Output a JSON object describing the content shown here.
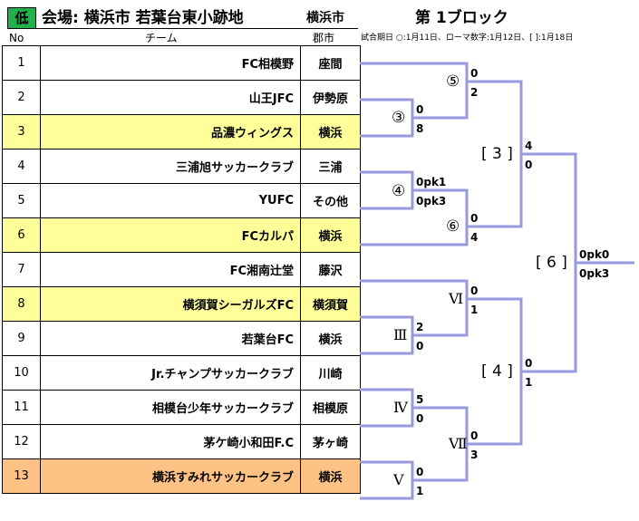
{
  "header": {
    "division_badge": "低",
    "venue_label": "会場: 横浜市  若葉台東小跡地",
    "city": "横浜市",
    "block_title": "第 1ブロック",
    "col_no": "No",
    "col_team": "チーム",
    "col_district": "郡市",
    "note": "試合期日  ○:1月11日、ローマ数字:1月12日、[ ]:1月18日"
  },
  "colors": {
    "bracket_line": "#9999dd",
    "highlight_yellow": "#ffff99",
    "highlight_orange": "#ffc285",
    "badge_green": "#22b14c"
  },
  "teams": [
    {
      "no": "1",
      "name": "FC相模野",
      "district": "座間",
      "highlight": ""
    },
    {
      "no": "2",
      "name": "山王JFC",
      "district": "伊勢原",
      "highlight": ""
    },
    {
      "no": "3",
      "name": "品濃ウィングス",
      "district": "横浜",
      "highlight": "yellow"
    },
    {
      "no": "4",
      "name": "三浦旭サッカークラブ",
      "district": "三浦",
      "highlight": ""
    },
    {
      "no": "5",
      "name": "YUFC",
      "district": "その他",
      "highlight": ""
    },
    {
      "no": "6",
      "name": "FCカルパ",
      "district": "横浜",
      "highlight": "yellow"
    },
    {
      "no": "7",
      "name": "FC湘南辻堂",
      "district": "藤沢",
      "highlight": ""
    },
    {
      "no": "8",
      "name": "横須賀シーガルズFC",
      "district": "横須賀",
      "highlight": "yellow"
    },
    {
      "no": "9",
      "name": "若葉台FC",
      "district": "横浜",
      "highlight": ""
    },
    {
      "no": "10",
      "name": "Jr.チャンプサッカークラブ",
      "district": "川崎",
      "highlight": ""
    },
    {
      "no": "11",
      "name": "相模台少年サッカークラブ",
      "district": "相模原",
      "highlight": ""
    },
    {
      "no": "12",
      "name": "茅ケ崎小和田F.C",
      "district": "茅ヶ崎",
      "highlight": ""
    },
    {
      "no": "13",
      "name": "横浜すみれサッカークラブ",
      "district": "横浜",
      "highlight": "orange"
    }
  ],
  "matches": {
    "m5": {
      "label": "⑤",
      "top_score": "0",
      "bottom_score": "2"
    },
    "m3": {
      "label": "③",
      "top_score": "0",
      "bottom_score": "8"
    },
    "m4": {
      "label": "④",
      "top_score": "0pk1",
      "bottom_score": "0pk3"
    },
    "m6": {
      "label": "⑥",
      "top_score": "0",
      "bottom_score": "4"
    },
    "s3": {
      "label": "[ 3 ]",
      "top_score": "4",
      "bottom_score": "0"
    },
    "r6": {
      "label": "Ⅵ",
      "top_score": "0",
      "bottom_score": "1"
    },
    "r3": {
      "label": "Ⅲ",
      "top_score": "2",
      "bottom_score": "0"
    },
    "r4": {
      "label": "Ⅳ",
      "top_score": "5",
      "bottom_score": "0"
    },
    "r7": {
      "label": "Ⅶ",
      "top_score": "0",
      "bottom_score": "3"
    },
    "r5": {
      "label": "Ⅴ",
      "top_score": "0",
      "bottom_score": "1"
    },
    "s4": {
      "label": "[ 4 ]",
      "top_score": "0",
      "bottom_score": "1"
    },
    "f6": {
      "label": "[ 6 ]",
      "top_score": "0pk0",
      "bottom_score": "0pk3"
    }
  }
}
